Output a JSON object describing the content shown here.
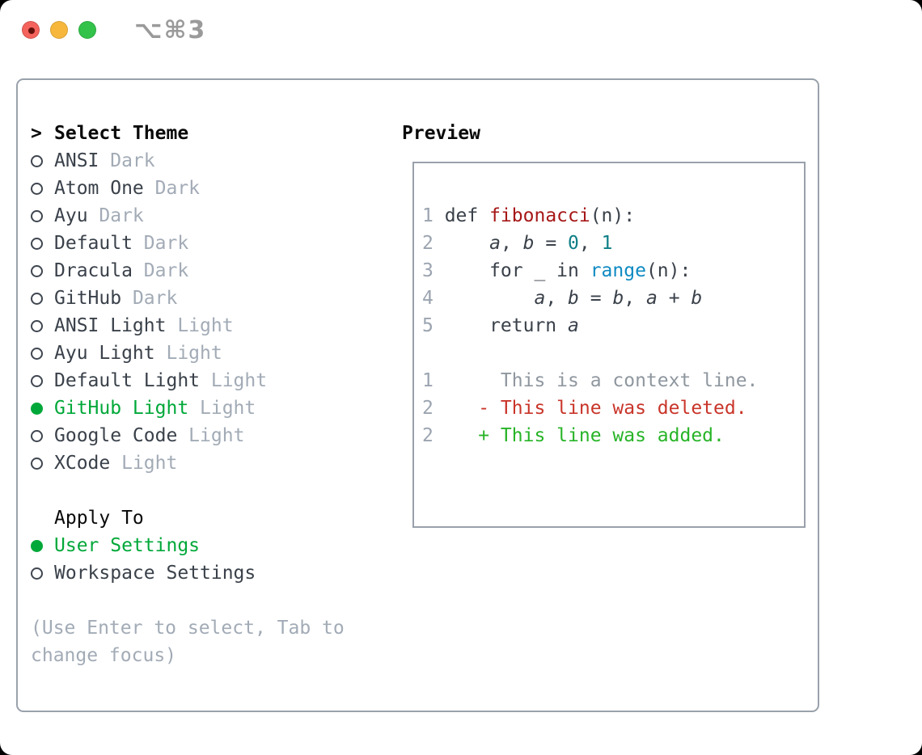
{
  "window": {
    "title": "⌥⌘3",
    "traffic_lights": [
      "close",
      "minimize",
      "zoom"
    ]
  },
  "theme_picker": {
    "prompt": ">",
    "title": "Select Theme",
    "items": [
      {
        "name": "ANSI",
        "variant": "Dark",
        "selected": false
      },
      {
        "name": "Atom One",
        "variant": "Dark",
        "selected": false
      },
      {
        "name": "Ayu",
        "variant": "Dark",
        "selected": false
      },
      {
        "name": "Default",
        "variant": "Dark",
        "selected": false
      },
      {
        "name": "Dracula",
        "variant": "Dark",
        "selected": false
      },
      {
        "name": "GitHub",
        "variant": "Dark",
        "selected": false
      },
      {
        "name": "ANSI Light",
        "variant": "Light",
        "selected": false
      },
      {
        "name": "Ayu Light",
        "variant": "Light",
        "selected": false
      },
      {
        "name": "Default Light",
        "variant": "Light",
        "selected": false
      },
      {
        "name": "GitHub Light",
        "variant": "Light",
        "selected": true
      },
      {
        "name": "Google Code",
        "variant": "Light",
        "selected": false
      },
      {
        "name": "XCode",
        "variant": "Light",
        "selected": false
      }
    ],
    "apply_to": {
      "title": "Apply To",
      "options": [
        {
          "label": "User Settings",
          "selected": true
        },
        {
          "label": "Workspace Settings",
          "selected": false
        }
      ]
    },
    "help": "(Use Enter to select, Tab to change focus)"
  },
  "preview": {
    "title": "Preview",
    "code_lines": [
      {
        "num": "1",
        "segments": [
          {
            "text": "def ",
            "cls": "plain"
          },
          {
            "text": "fibonacci",
            "cls": "func"
          },
          {
            "text": "(n):",
            "cls": "plain"
          }
        ]
      },
      {
        "num": "2",
        "segments": [
          {
            "text": "    ",
            "cls": "plain"
          },
          {
            "text": "a",
            "cls": "var"
          },
          {
            "text": ", ",
            "cls": "plain"
          },
          {
            "text": "b",
            "cls": "var"
          },
          {
            "text": " = ",
            "cls": "plain"
          },
          {
            "text": "0",
            "cls": "num"
          },
          {
            "text": ", ",
            "cls": "plain"
          },
          {
            "text": "1",
            "cls": "num"
          }
        ]
      },
      {
        "num": "3",
        "segments": [
          {
            "text": "    for _ in ",
            "cls": "plain"
          },
          {
            "text": "range",
            "cls": "builtin"
          },
          {
            "text": "(n):",
            "cls": "plain"
          }
        ]
      },
      {
        "num": "4",
        "segments": [
          {
            "text": "        ",
            "cls": "plain"
          },
          {
            "text": "a",
            "cls": "var"
          },
          {
            "text": ", ",
            "cls": "plain"
          },
          {
            "text": "b",
            "cls": "var"
          },
          {
            "text": " = ",
            "cls": "plain"
          },
          {
            "text": "b",
            "cls": "var"
          },
          {
            "text": ", ",
            "cls": "plain"
          },
          {
            "text": "a",
            "cls": "var"
          },
          {
            "text": " + ",
            "cls": "plain"
          },
          {
            "text": "b",
            "cls": "var"
          }
        ]
      },
      {
        "num": "5",
        "segments": [
          {
            "text": "    return ",
            "cls": "plain"
          },
          {
            "text": "a",
            "cls": "var"
          }
        ]
      }
    ],
    "diff_lines": [
      {
        "num": "1",
        "text": "     This is a context line.",
        "cls": "ctx"
      },
      {
        "num": "2",
        "text": "   - This line was deleted.",
        "cls": "del"
      },
      {
        "num": "2",
        "text": "   + This line was added.",
        "cls": "add"
      }
    ]
  },
  "colors": {
    "accent_green": "#00a839",
    "diff_deleted_red": "#c9352a",
    "diff_added_green": "#27b427",
    "function_red": "#a61717",
    "number_teal": "#0e7e86",
    "builtin_blue": "#0e8ac2",
    "panel_border_gray": "#99a1ab",
    "muted_gray": "#a2abb6",
    "text_dark": "#3a414a",
    "titlebar_text_gray": "#9a9a9a",
    "traffic_red": "#f4635c",
    "traffic_yellow": "#f6b73c",
    "traffic_green": "#33c24a"
  }
}
